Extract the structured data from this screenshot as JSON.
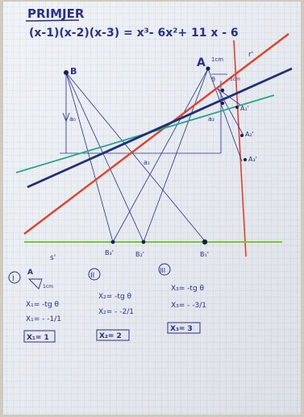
{
  "photo": {
    "title": "PRIMJER",
    "equation": "(x-1)(x-2)(x-3) = x³- 6x²+ 11 x - 6",
    "points": {
      "B": "B",
      "A": "A",
      "a0": "a₀",
      "a1": "a₁",
      "a2": "a₂",
      "A1p": "A₁'",
      "A2p": "A₂'",
      "A3p": "A₃'",
      "B1p": "B₁'",
      "B2p": "B₂'",
      "B3p": "B₃'",
      "rp": "r'",
      "sp": "s'",
      "one_cm_A": "1cm",
      "one_cm_small": "1cm",
      "theta": "θ"
    },
    "solutions": [
      {
        "roman": "I",
        "line1": "X₁= -tg θ",
        "line2": "X₁= - -1/1",
        "boxed": "X₁= 1"
      },
      {
        "roman": "II",
        "line1": "X₂= -tg θ",
        "line2": "X₂= - -2/1",
        "boxed": "X₂= 2"
      },
      {
        "roman": "III",
        "line1": "X₃= -tg θ",
        "line2": "X₃= - -3/1",
        "boxed": "X₃= 3"
      }
    ],
    "colors": {
      "ink": "#2c2f8a",
      "red": "#e0412b",
      "navy": "#1f2f7a",
      "teal": "#2aa58a",
      "lime": "#7cc23a",
      "grid": "#b8cde0",
      "paper": "#eef1f5"
    }
  }
}
